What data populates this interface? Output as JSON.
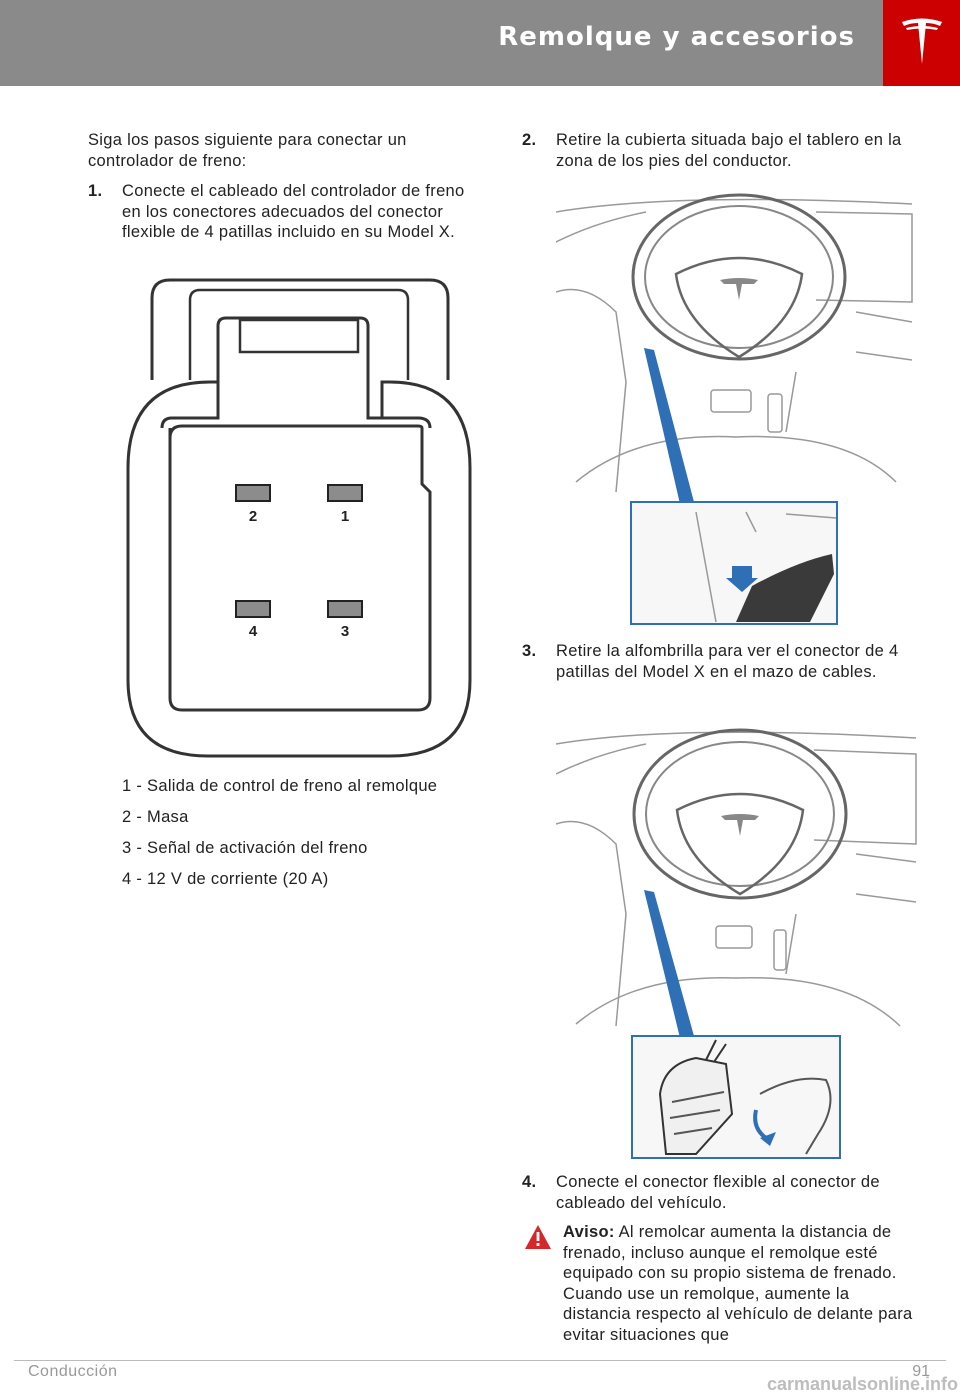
{
  "header": {
    "title": "Remolque y accesorios",
    "logo": "tesla-logo"
  },
  "left": {
    "intro": "Siga los pasos siguiente para conectar un controlador de freno:",
    "step1": {
      "num": "1.",
      "text": "Conecte el cableado del controlador de freno en los conectores adecuados del conector flexible de 4 patillas incluido en su Model X."
    },
    "connector_pins": [
      "2",
      "1",
      "4",
      "3"
    ],
    "legend": [
      "1 - Salida de control de freno al remolque",
      "2 - Masa",
      "3 - Señal de activación del freno",
      "4 - 12 V de corriente (20 A)"
    ]
  },
  "right": {
    "step2": {
      "num": "2.",
      "text": "Retire la cubierta situada bajo el tablero en la zona de los pies del conductor."
    },
    "step3": {
      "num": "3.",
      "text": "Retire la alfombrilla para ver el conector de 4 patillas del Model X en el mazo de cables."
    },
    "step4": {
      "num": "4.",
      "text": "Conecte el conector flexible al conector de cableado del vehículo."
    },
    "warning": {
      "label": "Aviso:",
      "text": " Al remolcar aumenta la distancia de frenado, incluso aunque el remolque esté equipado con su propio sistema de frenado. Cuando use un remolque, aumente la distancia respecto al vehículo de delante para evitar situaciones que"
    }
  },
  "footer": {
    "section": "Conducción",
    "page": "91",
    "watermark": "carmanualsonline.info"
  },
  "colors": {
    "header_bg": "#8a8a8a",
    "logo_bg": "#cc0000",
    "accent_blue": "#2f6fb5",
    "warning_red": "#d6282b"
  }
}
